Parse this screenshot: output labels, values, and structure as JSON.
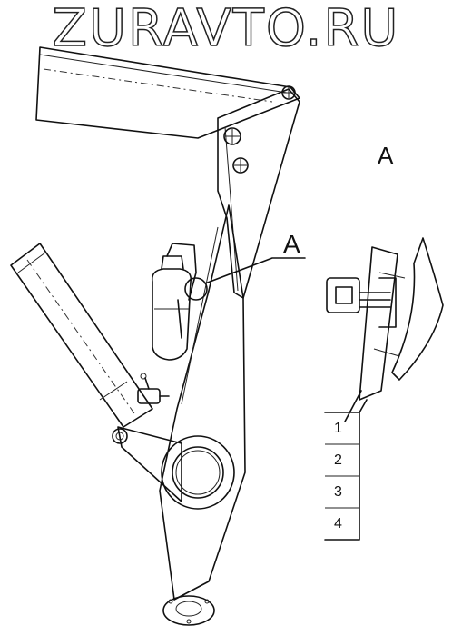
{
  "watermark": "ZURAVTO.RU",
  "view_label": "A",
  "callout_label": "A",
  "parts": [
    "1",
    "2",
    "3",
    "4"
  ]
}
